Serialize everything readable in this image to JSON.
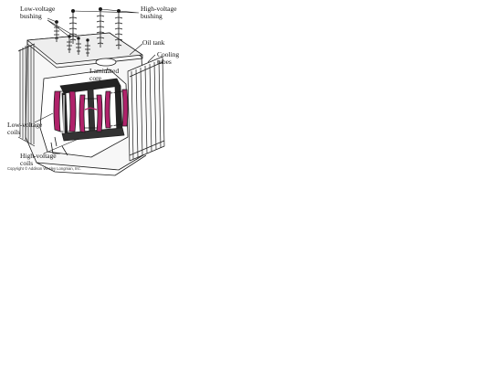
{
  "labels": {
    "low_voltage_bushing": "Low-voltage\nbushing",
    "high_voltage_bushing": "High-voltage\nbushing",
    "oil_tank": "Oil tank",
    "cooling_tubes": "Cooling\ntubes",
    "laminated_core": "Laminated\ncore",
    "low_voltage_coils": "Low-voltage\ncoils",
    "high_voltage_coils": "High-voltage\ncoils"
  },
  "copyright": "Copyright © Addison Wesley Longman, Inc.",
  "colors": {
    "coil": "#b0226a",
    "coil_light": "#d7559a",
    "line": "#1a1a1a",
    "core": "#222222"
  }
}
